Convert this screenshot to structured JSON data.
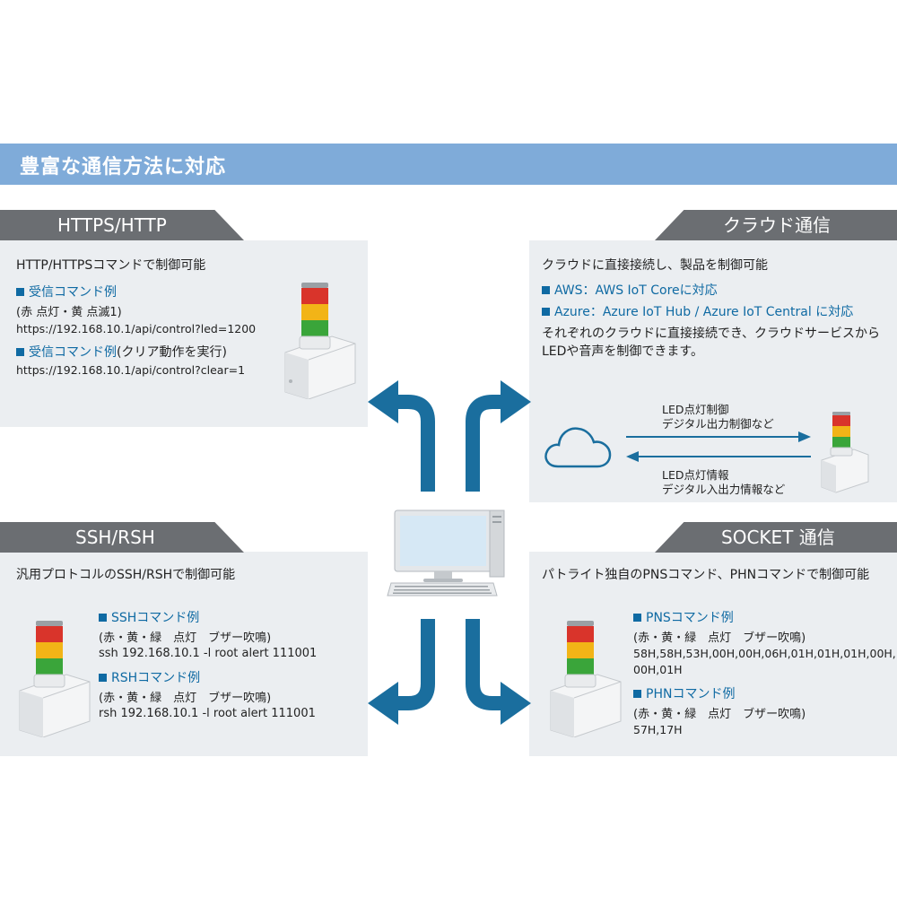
{
  "banner": {
    "title": "豊富な通信方法に対応"
  },
  "https": {
    "tab": "HTTPS/HTTP",
    "lead": "HTTP/HTTPSコマンドで制御可能",
    "example1_heading": "受信コマンド例",
    "example1_desc": "(赤 点灯・黄 点滅1)",
    "example1_url": "https://192.168.10.1/api/control?led=1200",
    "example2_heading": "受信コマンド例",
    "example2_suffix": "(クリア動作を実行)",
    "example2_url": "https://192.168.10.1/api/control?clear=1"
  },
  "cloud": {
    "tab": "クラウド通信",
    "lead": "クラウドに直接接続し、製品を制御可能",
    "aws": "AWS：AWS IoT Coreに対応",
    "azure": "Azure：Azure IoT Hub / Azure IoT Central に対応",
    "desc_line1": "それぞれのクラウドに直接接続でき、クラウドサービスから",
    "desc_line2": "LEDや音声を制御できます。",
    "out_line1": "LED点灯制御",
    "out_line2": "デジタル出力制御など",
    "in_line1": "LED点灯情報",
    "in_line2": "デジタル入出力情報など"
  },
  "ssh": {
    "tab": "SSH/RSH",
    "lead": "汎用プロトコルのSSH/RSHで制御可能",
    "ssh_heading": "SSHコマンド例",
    "ssh_desc": "(赤・黄・緑　点灯　ブザー吹鳴)",
    "ssh_cmd": "ssh 192.168.10.1 -l root alert 111001",
    "rsh_heading": "RSHコマンド例",
    "rsh_desc": "(赤・黄・緑　点灯　ブザー吹鳴)",
    "rsh_cmd": "rsh 192.168.10.1 -l root alert 111001"
  },
  "socket": {
    "tab": "SOCKET 通信",
    "lead": "パトライト独自のPNSコマンド、PHNコマンドで制御可能",
    "pns_heading": "PNSコマンド例",
    "pns_desc": "(赤・黄・緑　点灯　ブザー吹鳴)",
    "pns_line1": "58H,58H,53H,00H,00H,06H,01H,01H,01H,00H,",
    "pns_line2": "00H,01H",
    "phn_heading": "PHNコマンド例",
    "phn_desc": "(赤・黄・緑　点灯　ブザー吹鳴)",
    "phn_cmd": "57H,17H"
  },
  "colors": {
    "banner": "#7fabd9",
    "tab": "#6b6e72",
    "panel": "#ebeef1",
    "accent_blue": "#0f6aa3",
    "arrow": "#1a6e9e",
    "lamp_red": "#d9342b",
    "lamp_yellow": "#f2b417",
    "lamp_green": "#3aa53a"
  },
  "icons": [
    "signal-tower-icon",
    "cloud-icon",
    "computer-icon",
    "keyboard-icon",
    "arrow-icon"
  ]
}
